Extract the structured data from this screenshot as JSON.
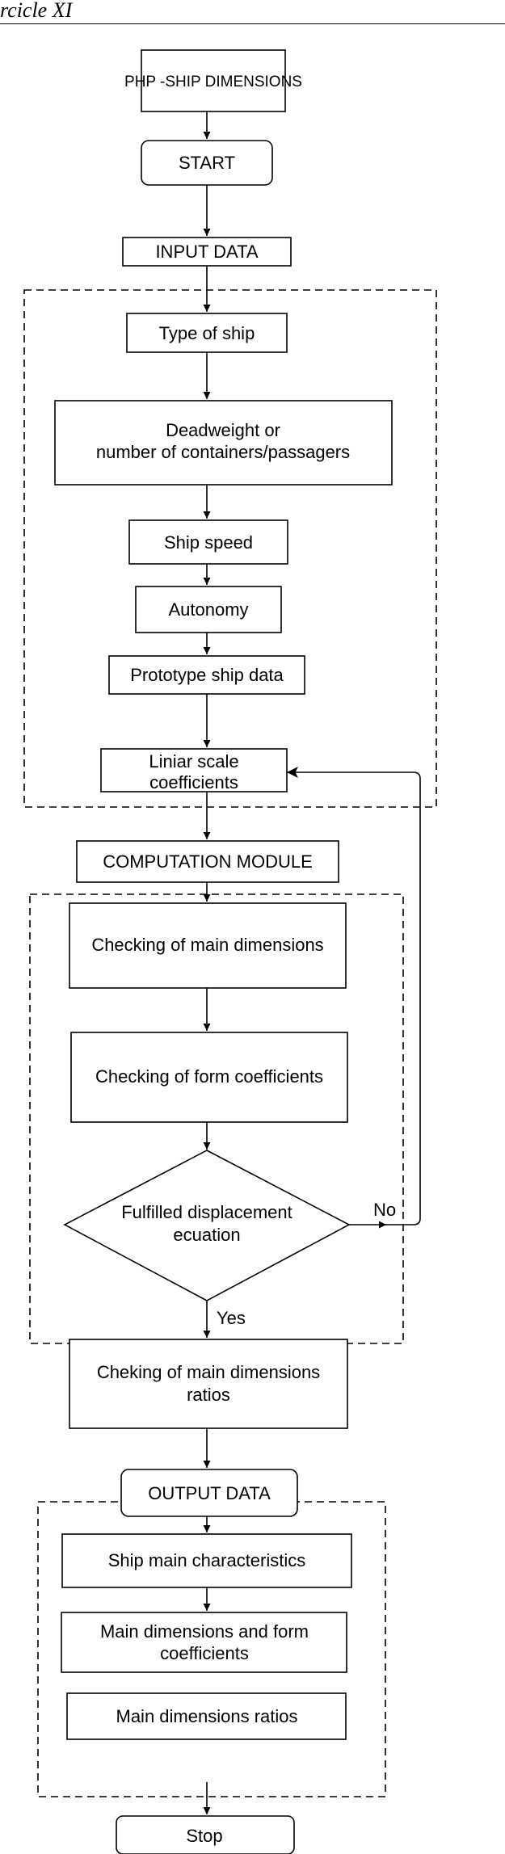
{
  "header": {
    "title": "rcicle XI"
  },
  "nodes": {
    "php": "PHP -SHIP DIMENSIONS",
    "start": "START",
    "input": "INPUT DATA",
    "type_of_ship": "Type of ship",
    "deadweight": [
      "Deadweight or",
      "number of containers/passagers"
    ],
    "ship_speed": "Ship speed",
    "autonomy": "Autonomy",
    "prototype": "Prototype ship data",
    "liniar": [
      "Liniar scale",
      "coefficients"
    ],
    "computation": "COMPUTATION MODULE",
    "check_main": "Checking of main dimensions",
    "check_form": "Checking of form coefficients",
    "decision": [
      "Fulfilled displacement",
      "ecuation"
    ],
    "no_label": "No",
    "yes_label": "Yes",
    "cheking_ratios": [
      "Cheking of main dimensions",
      "ratios"
    ],
    "output": "OUTPUT DATA",
    "ship_main_char": "Ship main characteristics",
    "main_dims_form": [
      "Main dimensions and form",
      "coefficients"
    ],
    "main_dims_ratios": "Main dimensions ratios",
    "stop": "Stop"
  }
}
